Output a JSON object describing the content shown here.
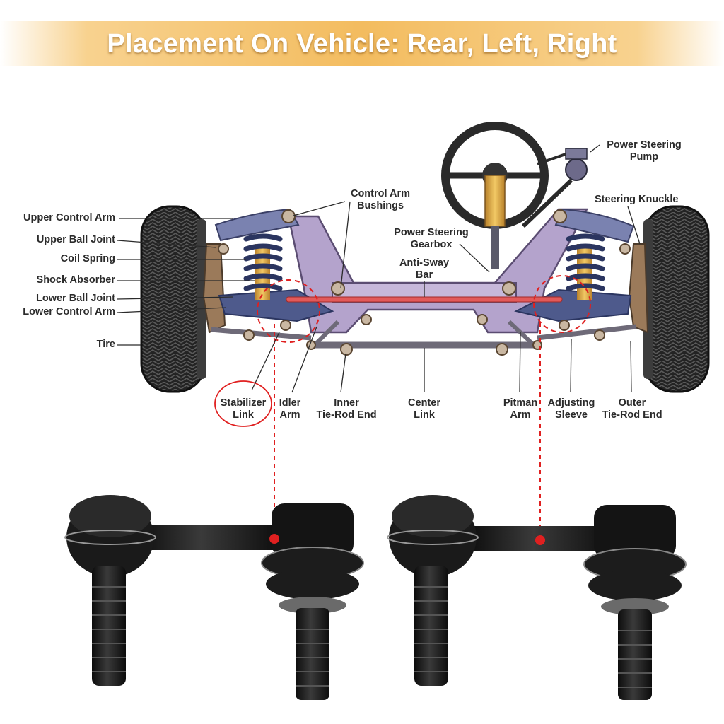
{
  "banner": {
    "title": "Placement On Vehicle: Rear, Left, Right"
  },
  "labels": {
    "upper_control_arm": "Upper Control Arm",
    "upper_ball_joint": "Upper Ball Joint",
    "coil_spring": "Coil Spring",
    "shock_absorber": "Shock Absorber",
    "lower_ball_joint": "Lower Ball Joint",
    "lower_control_arm": "Lower Control Arm",
    "tire": "Tire",
    "control_arm_bushings_1": "Control Arm",
    "control_arm_bushings_2": "Bushings",
    "power_steering_gearbox_1": "Power Steering",
    "power_steering_gearbox_2": "Gearbox",
    "anti_sway_bar_1": "Anti-Sway",
    "anti_sway_bar_2": "Bar",
    "power_steering_pump_1": "Power Steering",
    "power_steering_pump_2": "Pump",
    "steering_knuckle": "Steering Knuckle",
    "stabilizer_link_1": "Stabilizer",
    "stabilizer_link_2": "Link",
    "idler_arm_1": "Idler",
    "idler_arm_2": "Arm",
    "inner_tie_rod_end_1": "Inner",
    "inner_tie_rod_end_2": "Tie-Rod End",
    "center_link_1": "Center",
    "center_link_2": "Link",
    "pitman_arm_1": "Pitman",
    "pitman_arm_2": "Arm",
    "adjusting_sleeve_1": "Adjusting",
    "adjusting_sleeve_2": "Sleeve",
    "outer_tie_rod_end_1": "Outer",
    "outer_tie_rod_end_2": "Tie-Rod End"
  },
  "colors": {
    "accent_red": "#e02020",
    "frame_purple": "#b4a3cc",
    "frame_stroke": "#5b4d72",
    "spring_navy": "#2b3560",
    "shock_gold": "#e8b44a",
    "tire_dark": "#1e1e1e",
    "label_text": "#2b2b2b",
    "banner_orange": "#f3bc5f"
  }
}
